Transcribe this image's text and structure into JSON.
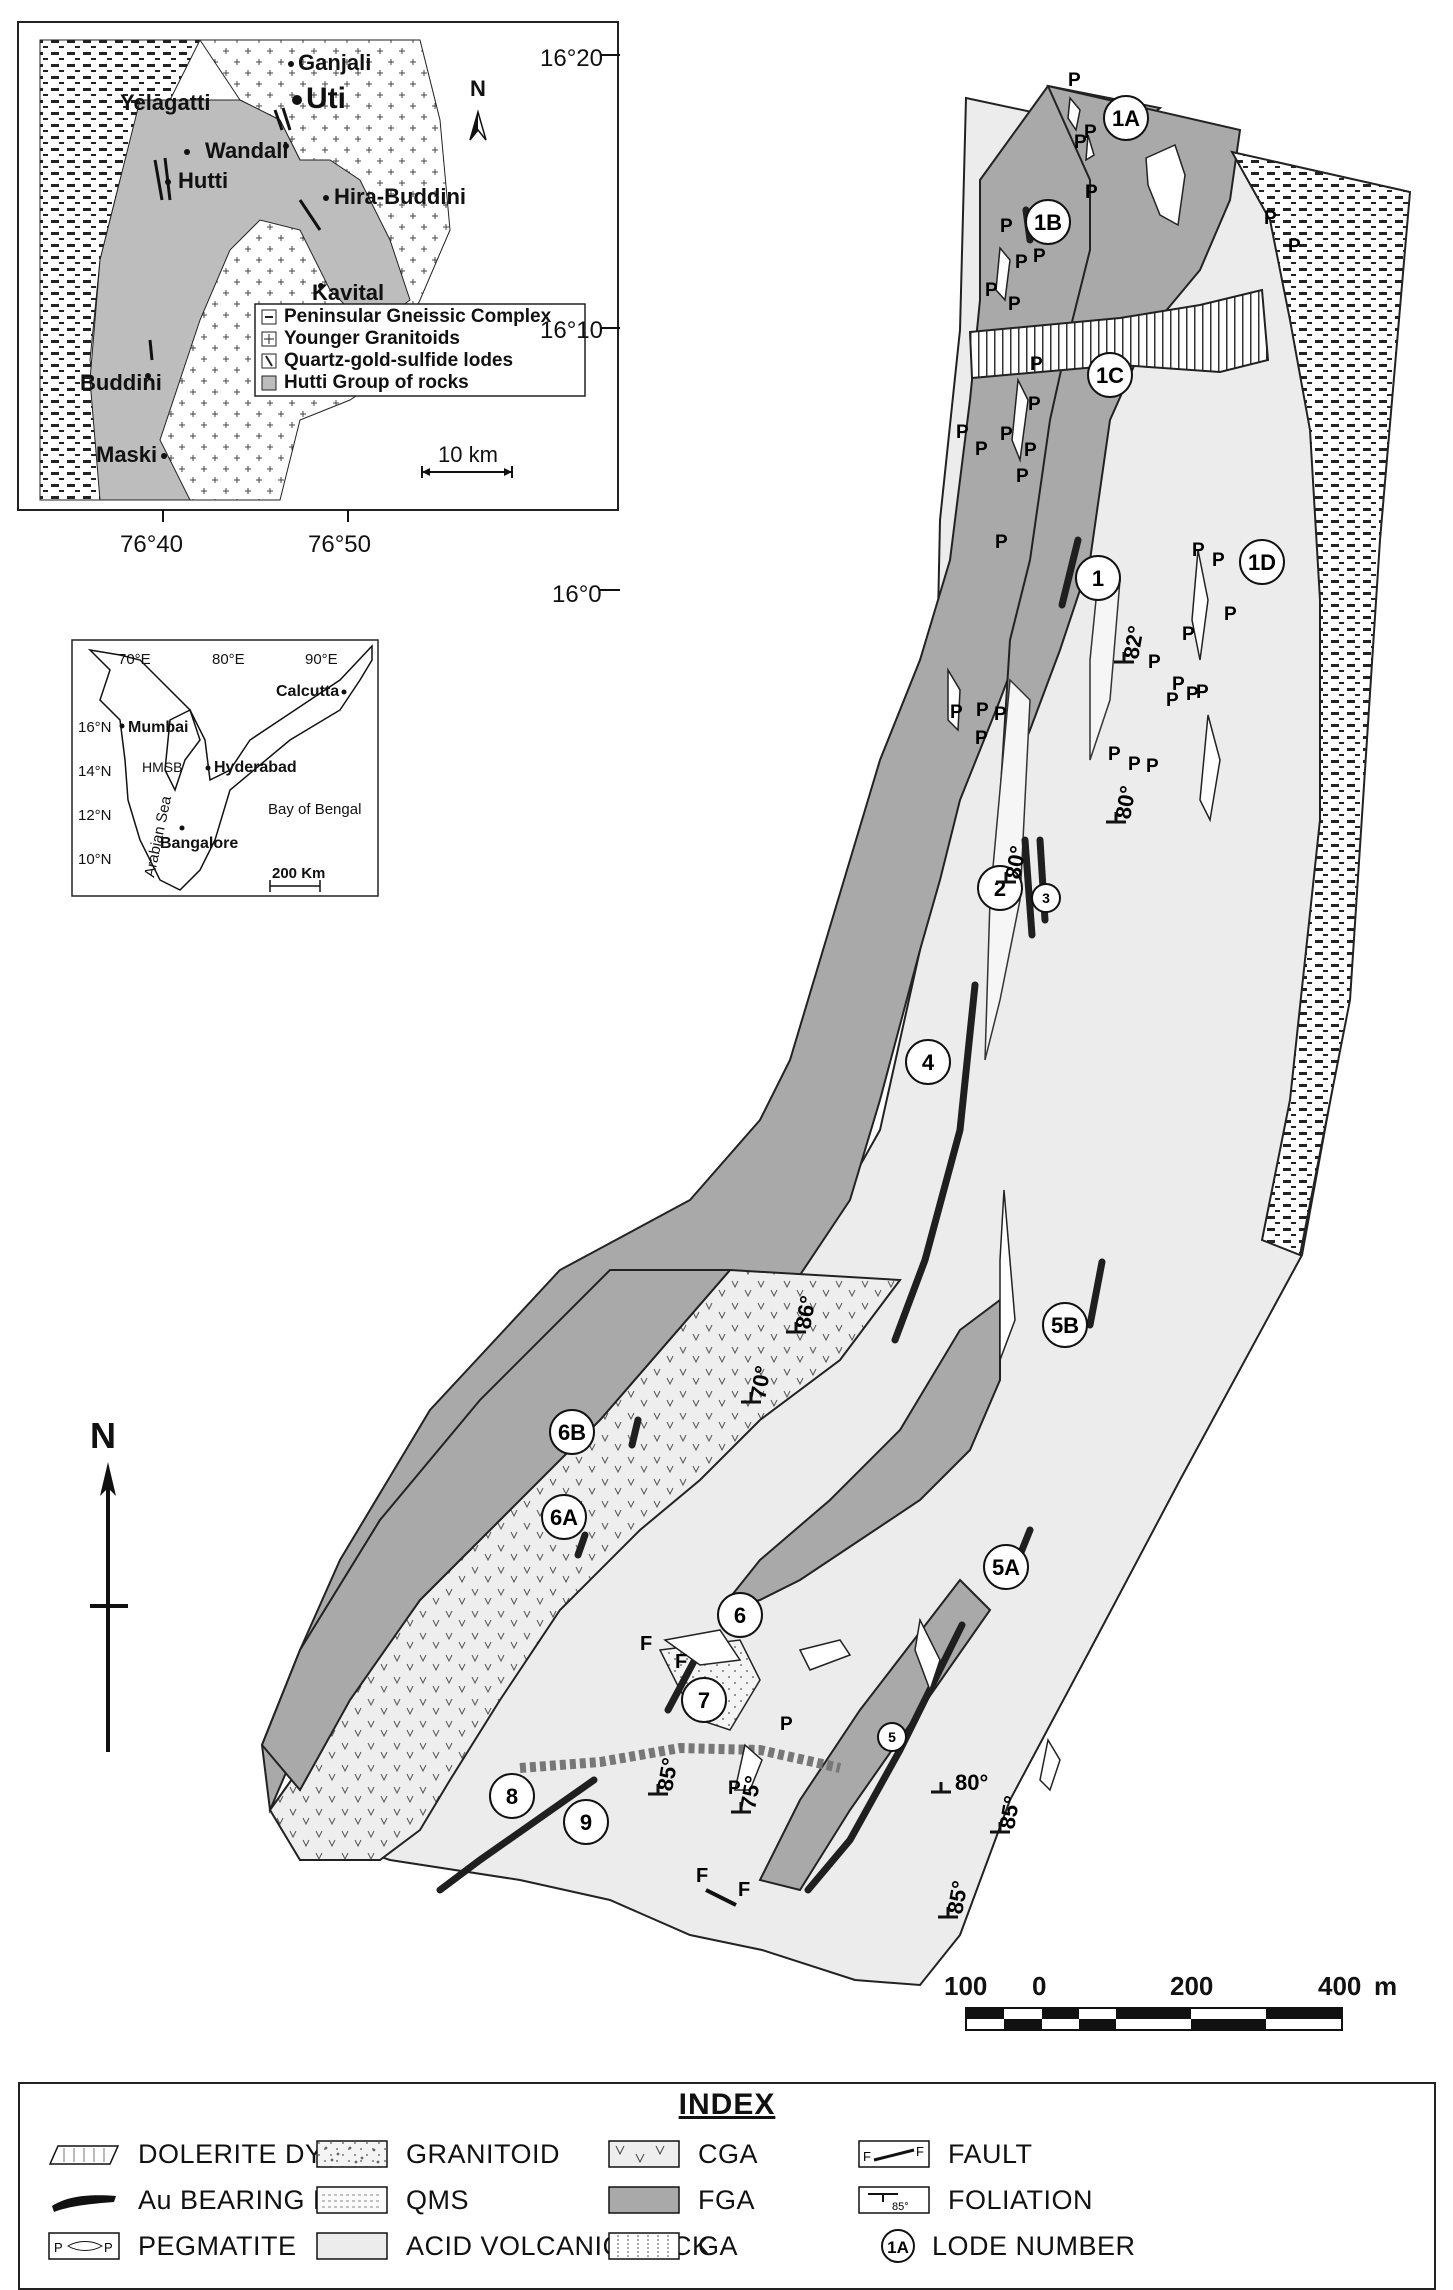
{
  "inset_locality": {
    "places": [
      "Ganjali",
      "Yelagatti",
      "Uti",
      "Wandali",
      "Hutti",
      "Hira-Buddini",
      "Kavital",
      "Buddini",
      "Maski"
    ],
    "north_label": "N",
    "scale_label": "10 km",
    "legend": [
      {
        "label": "Peninsular Gneissic Complex",
        "symbol": "dash-icon"
      },
      {
        "label": "Younger Granitoids",
        "symbol": "plus-icon"
      },
      {
        "label": "Quartz-gold-sulfide lodes",
        "symbol": "lode-icon"
      },
      {
        "label": "Hutti Group of rocks",
        "symbol": "gray-fill-icon"
      }
    ],
    "long_labels": [
      "76°40",
      "76°50"
    ]
  },
  "main_lat_labels": [
    "16°20",
    "16°10",
    "16°0"
  ],
  "india_inset": {
    "long_labels": [
      "70°E",
      "80°E",
      "90°E"
    ],
    "lat_labels": [
      "16°N",
      "14°N",
      "12°N",
      "10°N"
    ],
    "cities": [
      "Calcutta",
      "Mumbai",
      "Hyderabad",
      "Bangalore"
    ],
    "region_label": "HMSB",
    "sea_labels": [
      "Bay of Bengal",
      "Arabian Sea"
    ],
    "scale_label": "200 Km"
  },
  "north_arrow_label": "N",
  "lode_numbers": [
    "1A",
    "1B",
    "1C",
    "1D",
    "1",
    "2",
    "3",
    "4",
    "5B",
    "6B",
    "6A",
    "5A",
    "6",
    "7",
    "8",
    "9",
    "5"
  ],
  "foliation_dips": [
    "82°",
    "80°",
    "80°",
    "86°",
    "70°",
    "85°",
    "75°",
    "80°",
    "85°",
    "85°"
  ],
  "pegmatite_letter": "P",
  "fault_letter": "F",
  "scale_bar": {
    "labels": [
      "100",
      "0",
      "200",
      "400"
    ],
    "unit": "m"
  },
  "index": {
    "title": "INDEX",
    "items": [
      {
        "label": "DOLERITE DYKE",
        "symbol": "dolerite-dyke-icon"
      },
      {
        "label": "Au BEARING LODE",
        "symbol": "au-lode-icon"
      },
      {
        "label": "PEGMATITE",
        "symbol": "pegmatite-icon"
      },
      {
        "label": "GRANITOID",
        "symbol": "granitoid-icon"
      },
      {
        "label": "QMS",
        "symbol": "qms-icon"
      },
      {
        "label": "ACID VOLCANIC ROCK",
        "symbol": "acid-volcanic-icon"
      },
      {
        "label": "CGA",
        "symbol": "cga-icon"
      },
      {
        "label": "FGA",
        "symbol": "fga-icon"
      },
      {
        "label": "GA",
        "symbol": "ga-icon"
      },
      {
        "label": "FAULT",
        "symbol": "fault-icon"
      },
      {
        "label": "FOLIATION",
        "symbol": "foliation-icon"
      },
      {
        "label": "LODE NUMBER",
        "symbol": "lode-number-icon"
      }
    ],
    "fault_symbol_letter": "F",
    "foliation_symbol_dip": "85°",
    "lode_symbol_text": "1A"
  },
  "colors": {
    "fga": "#a9a9a9",
    "acid": "#ececec",
    "lode": "#222222",
    "hutti": "#bdbdbd"
  }
}
